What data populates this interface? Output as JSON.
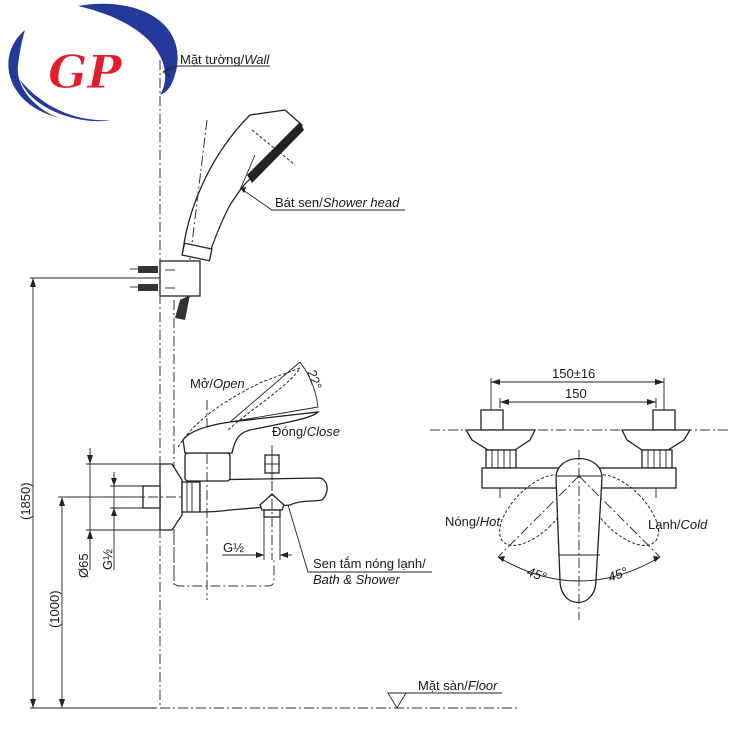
{
  "logo": {
    "text": "GP",
    "colors": {
      "ring": "#24399a",
      "letters": "#e41d2d"
    }
  },
  "labels": {
    "wall": {
      "vi": "Mặt tường/",
      "en": "Wall"
    },
    "shower_head": {
      "vi": "Bát sen/",
      "en": "Shower head"
    },
    "open": {
      "vi": "Mở/",
      "en": "Open"
    },
    "close": {
      "vi": "Đóng/",
      "en": "Close"
    },
    "angle_lever": "22°",
    "bath_shower": {
      "vi": "Sen tắm nóng lạnh/",
      "en": "Bath & Shower"
    },
    "floor": {
      "vi": "Mặt sàn/",
      "en": "Floor"
    },
    "hot": {
      "vi": "Nóng/",
      "en": "Hot"
    },
    "cold": {
      "vi": "Lạnh/",
      "en": "Cold"
    },
    "angle_hot": "45°",
    "angle_cold": "45°"
  },
  "dimensions": {
    "total_height": "(1850)",
    "mixer_height": "(1000)",
    "flange_diameter": "Ø65",
    "inlet_thread": "G½",
    "outlet_thread": "G½",
    "spacing_tolerance": "150±16",
    "spacing": "150"
  }
}
